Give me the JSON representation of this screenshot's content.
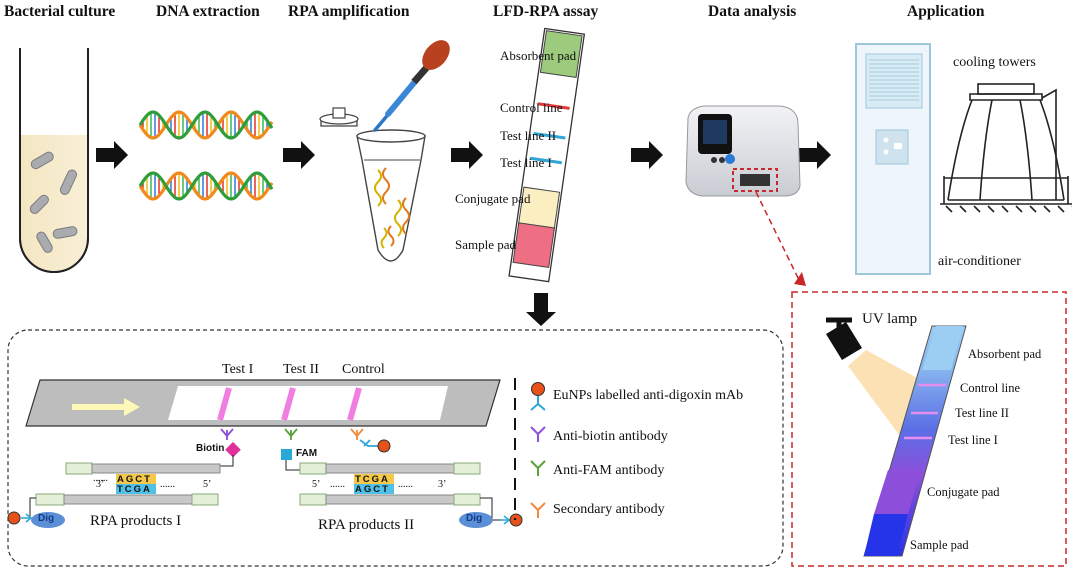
{
  "headers": [
    "Bacterial culture",
    "DNA extraction",
    "RPA amplification",
    "LFD-RPA assay",
    "Data analysis",
    "Application"
  ],
  "strip_labels": {
    "absorbent": "Absorbent pad",
    "control": "Control line",
    "test2": "Test line II",
    "test1": "Test line I",
    "conjugate": "Conjugate pad",
    "sample": "Sample pad"
  },
  "application": {
    "towers": "cooling towers",
    "aircon": "air-conditioner"
  },
  "detail": {
    "lines": [
      "Test I",
      "Test II",
      "Control"
    ],
    "biotin": "Biotin",
    "fam": "FAM",
    "dig": "Dig",
    "p1": {
      "top": "AGCT",
      "bottom": "TCGA",
      "e3": "3’",
      "e5": "5’",
      "dots": "......",
      "name": "RPA products I"
    },
    "p2": {
      "top": "TCGA",
      "bottom": "AGCT",
      "e3": "3’",
      "e5": "5’",
      "dots": "......",
      "name": "RPA products II"
    }
  },
  "legend": [
    "EuNPs labelled anti-digoxin mAb",
    "Anti-biotin antibody",
    "Anti-FAM antibody",
    "Secondary antibody"
  ],
  "uv": {
    "lamp": "UV lamp",
    "absorbent": "Absorbent pad",
    "control": "Control line",
    "test2": "Test line II",
    "test1": "Test line I",
    "conjugate": "Conjugate pad",
    "sample": "Sample pad"
  },
  "colors": {
    "absorbent": "#9ccb7d",
    "conjugate": "#fbeec1",
    "sample": "#ee6f83",
    "control": "#e03b3b",
    "testline": "#2fa6d6",
    "biotin": "#8b4fd9",
    "fam": "#5aa33b",
    "secondary": "#f08a3c",
    "euNP": "#e6521a",
    "dig": "#5b8fd6",
    "redDash": "#c9282a"
  }
}
